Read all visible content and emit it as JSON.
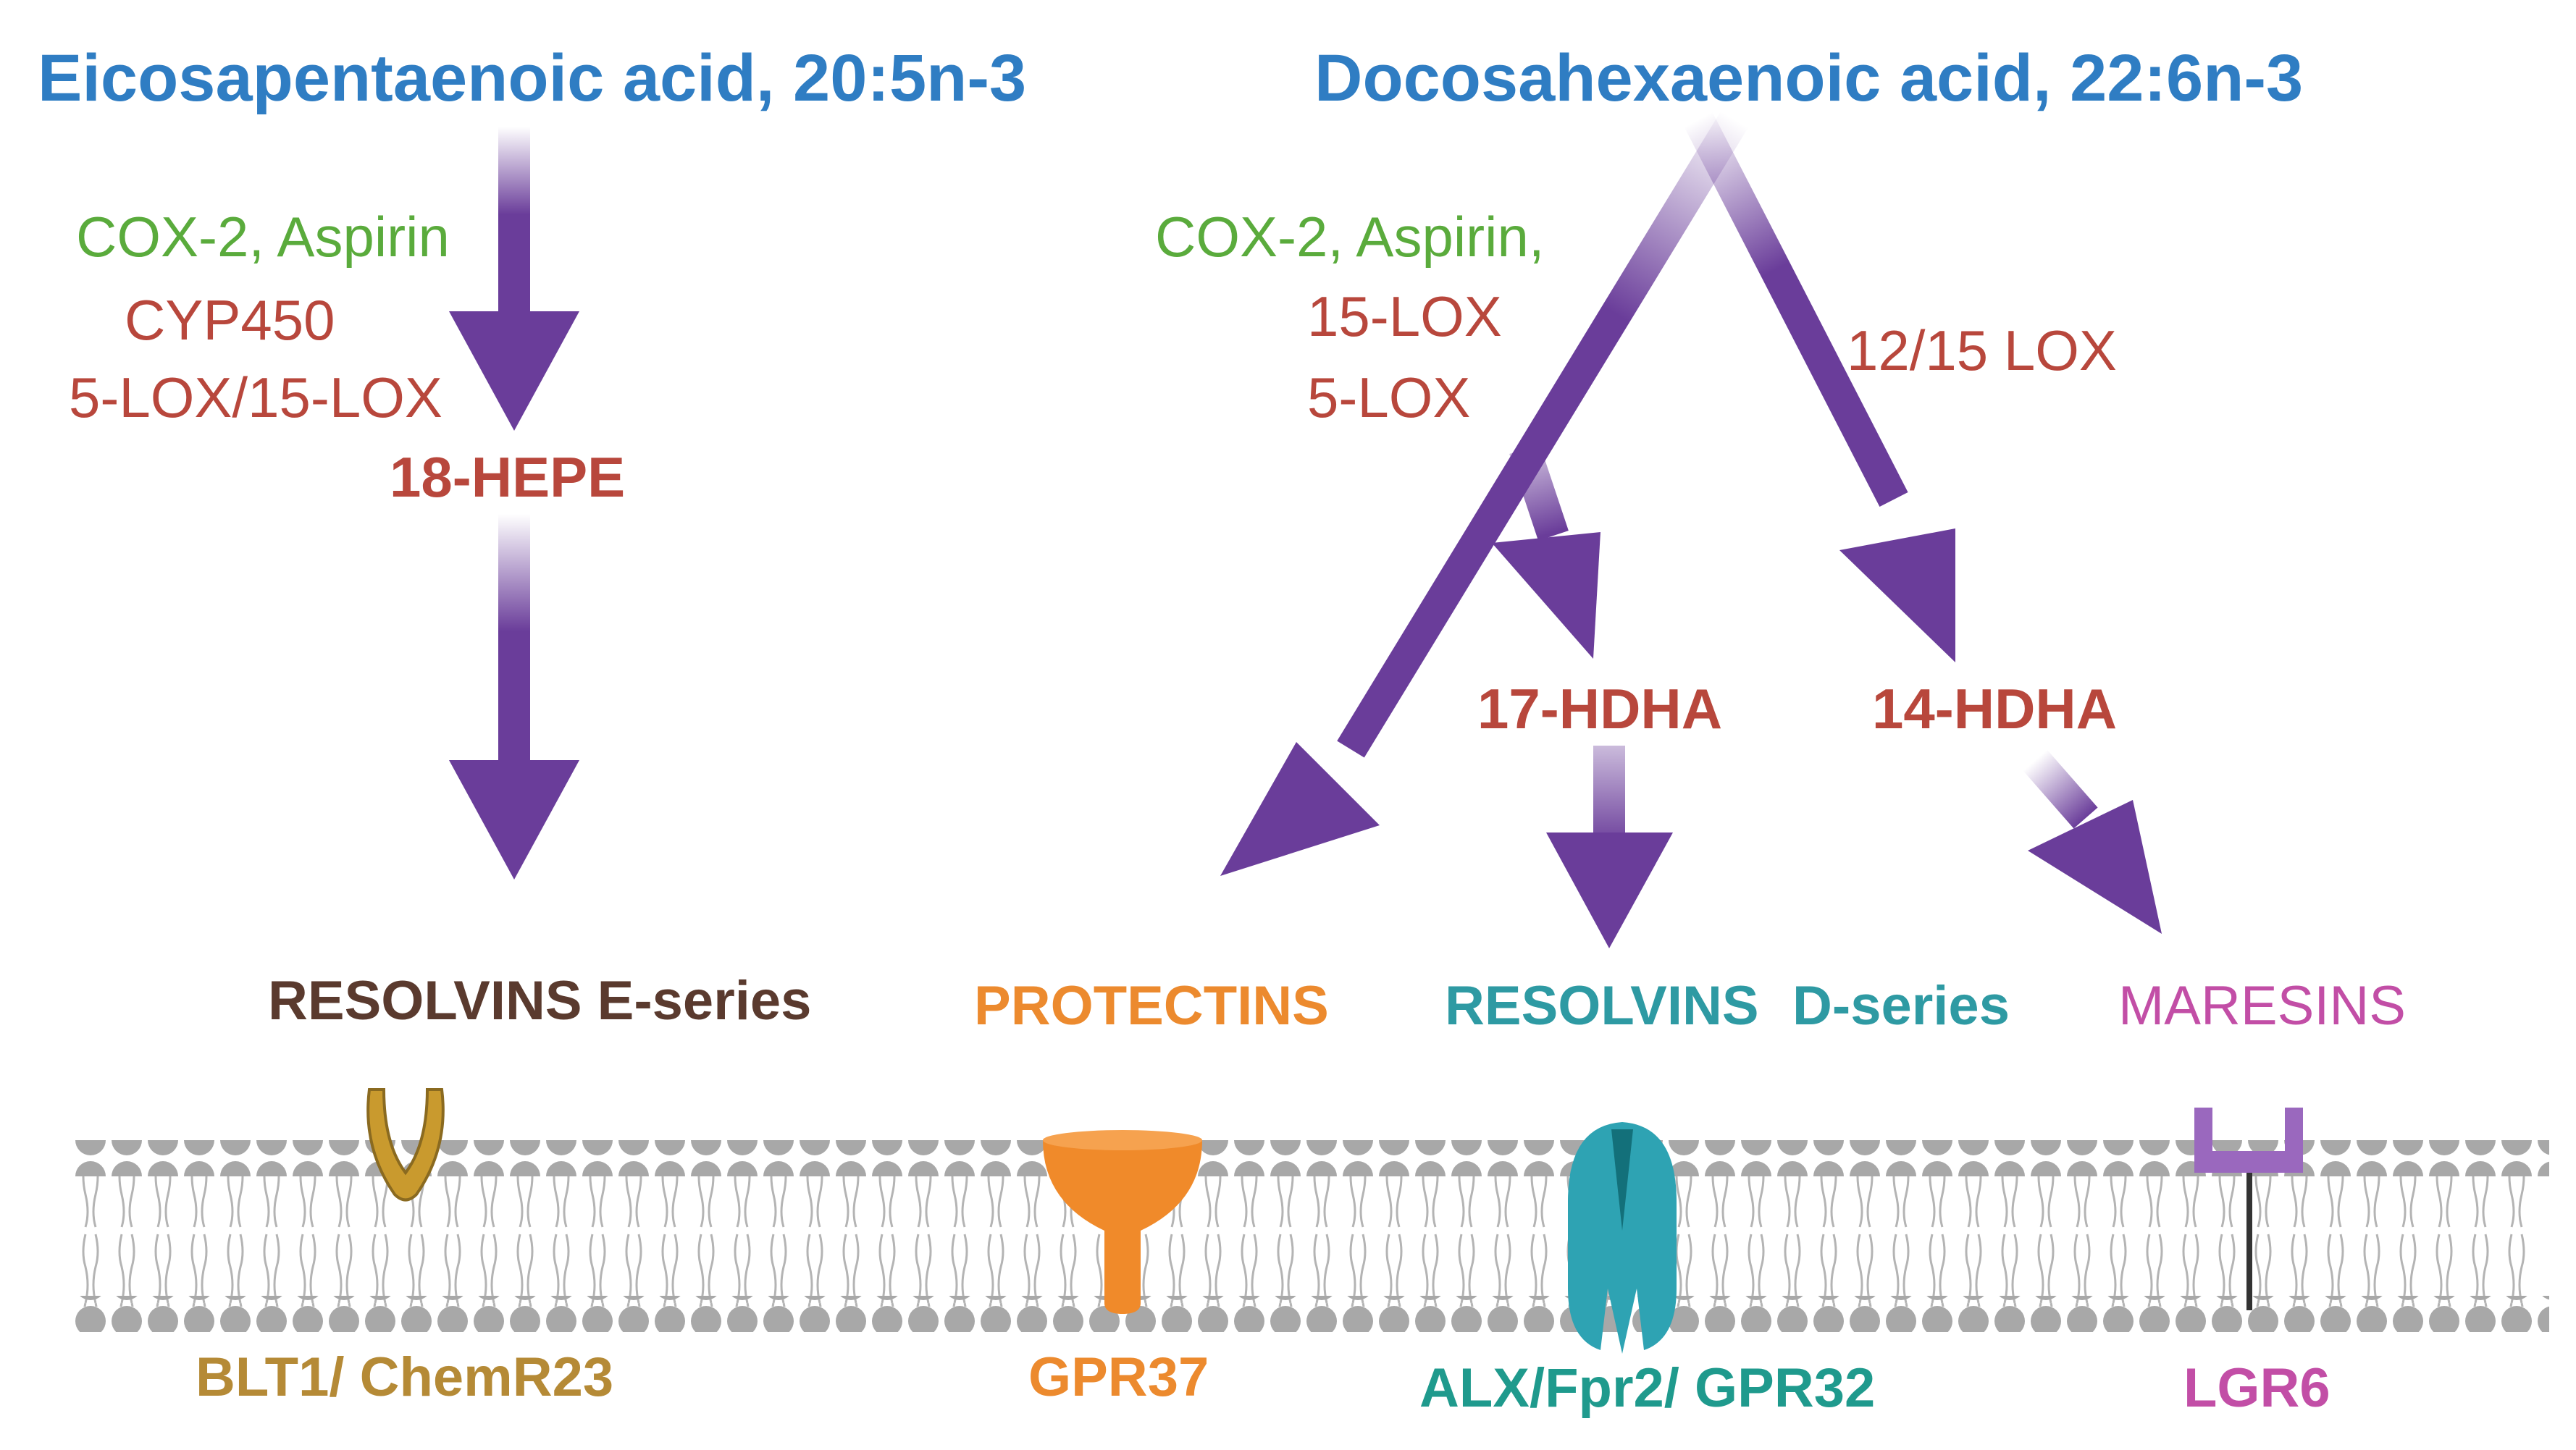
{
  "titles": {
    "epa": "Eicosapentaenoic acid, 20:5n-3",
    "dha": "Docosahexaenoic acid, 22:6n-3"
  },
  "epa_path": {
    "enzyme_green": "COX-2, Aspirin",
    "enzyme_red_1": "CYP450",
    "enzyme_red_2": "5-LOX/15-LOX",
    "intermediate": "18-HEPE",
    "product": "RESOLVINS E-series",
    "receptor": "BLT1/ ChemR23"
  },
  "dha_path": {
    "enzyme_green": "COX-2, Aspirin,",
    "enzyme_red_1": "15-LOX",
    "enzyme_red_2": "5-LOX",
    "enzyme_right": "12/15 LOX",
    "intermediate_1": "17-HDHA",
    "intermediate_2": "14-HDHA",
    "product_protectins": "PROTECTINS",
    "product_resolvins": "RESOLVINS",
    "product_resolvins_series": "D-series",
    "product_maresins": "MARESINS",
    "receptor_protectins": "GPR37",
    "receptor_resolvins": "ALX/Fpr2/ GPR32",
    "receptor_maresins": "LGR6"
  },
  "colors": {
    "title_blue": "#2f7dc3",
    "enzyme_green": "#5aab3c",
    "enzyme_red": "#b8473c",
    "arrow_purple": "#6a3d9a",
    "resolvins_e": "#5a3a2e",
    "protectins": "#ec8a2e",
    "resolvins_d": "#2e9aa3",
    "maresins": "#c24ea6",
    "receptor_blt1": "#b58a36",
    "receptor_gpr37": "#ec8a2e",
    "receptor_alx": "#1f9a8d",
    "receptor_lgr6": "#c24ea6",
    "membrane_gray": "#a8a8a8"
  },
  "icons": {
    "blt1": "v-shaped-receptor-icon",
    "gpr37": "funnel-receptor-icon",
    "alx": "channel-receptor-icon",
    "lgr6": "fork-receptor-icon",
    "membrane": "lipid-bilayer-icon"
  }
}
